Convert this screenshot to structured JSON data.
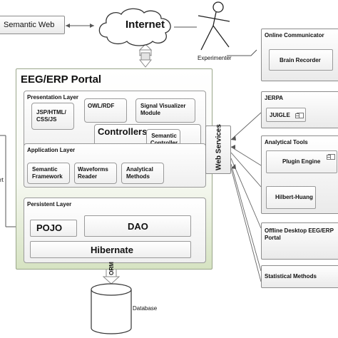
{
  "semantic_web": "Semantic Web",
  "internet": "Internet",
  "experimenter": "Experimenter",
  "online_communicator": {
    "title": "Online Communicator",
    "brain_recorder": "Brain Recorder"
  },
  "portal": {
    "title": "EEG/ERP Portal",
    "presentation_layer": {
      "title": "Presentation Layer",
      "jsp": "JSP/HTML/ CSS/JS",
      "owl": "OWL/RDF",
      "signal": "Signal Visualizer Module",
      "controllers": "Controllers",
      "semantic_controller": "Semantic Controller"
    },
    "application_layer": {
      "title": "Application Layer",
      "semantic_framework": "Semantic Framework",
      "waveforms_reader": "Waveforms Reader",
      "analytical_methods": "Analytical Methods"
    },
    "persistent_layer": {
      "title": "Persistent Layer",
      "pojo": "POJO",
      "dao": "DAO",
      "hibernate": "Hibernate"
    }
  },
  "web_services": "Web Services",
  "orm": "ORM",
  "database": "Database",
  "jerpa": {
    "title": "JERPA",
    "juigle": "JUIGLE"
  },
  "analytical_tools": {
    "title": "Analytical Tools",
    "plugin_engine": "Plugin Engine",
    "hilbert_huang": "Hilbert-Huang"
  },
  "offline_desktop": "Offline Desktop EEG/ERP Portal",
  "statistical_methods": "Statistical Methods",
  "left_fragment": "rt"
}
